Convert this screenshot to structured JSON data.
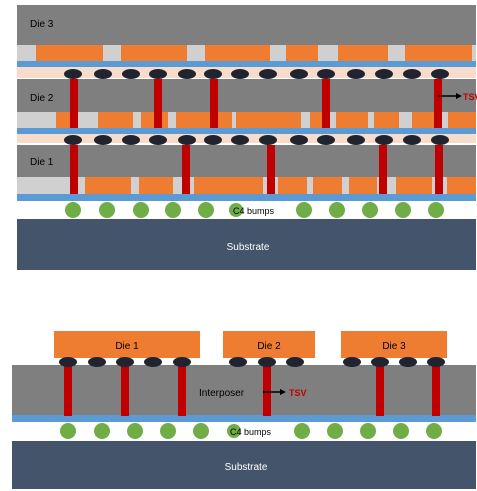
{
  "colors": {
    "die": "#7f7f7f",
    "orange": "#ee7d31",
    "light_gray": "#d0d0d0",
    "peach": "#f8dccb",
    "blue": "#5b9bd5",
    "tsv": "#c00000",
    "bump": "#1f2430",
    "c4": "#70ad47",
    "substrate": "#44546a"
  },
  "top_diagram": {
    "die3_label": "Die 3",
    "die2_label": "Die 2",
    "die1_label": "Die 1",
    "tsv_label": "TSV",
    "c4_label": "C4 bumps",
    "substrate_label": "Substrate"
  },
  "bottom_diagram": {
    "die1_label": "Die 1",
    "die2_label": "Die 2",
    "die3_label": "Die 3",
    "interposer_label": "Interposer",
    "tsv_label": "TSV",
    "c4_label": "C4 bumps",
    "substrate_label": "Substrate"
  }
}
